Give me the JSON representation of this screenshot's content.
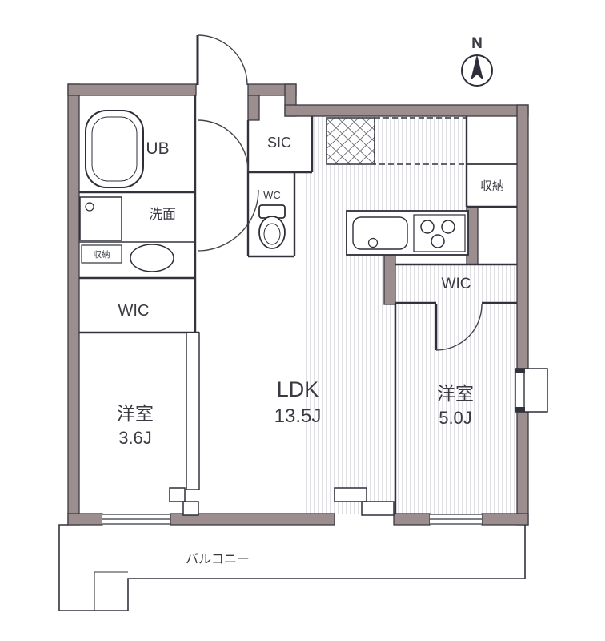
{
  "compass": {
    "label": "N"
  },
  "rooms": {
    "ub": {
      "label": "UB"
    },
    "senmen": {
      "label": "洗面"
    },
    "shuno_left": {
      "label": "収納"
    },
    "wic_left": {
      "label": "WIC"
    },
    "bedroom_left": {
      "label": "洋室",
      "size": "3.6J"
    },
    "sic": {
      "label": "SIC"
    },
    "wc": {
      "label": "WC"
    },
    "ldk": {
      "label": "LDK",
      "size": "13.5J"
    },
    "shuno_right": {
      "label": "収納"
    },
    "wic_right": {
      "label": "WIC"
    },
    "bedroom_right": {
      "label": "洋室",
      "size": "5.0J"
    },
    "balcony": {
      "label": "バルコニー"
    }
  },
  "colors": {
    "wall": "#9c8e8e",
    "line": "#33333d",
    "stripe": "#dfdfe4",
    "background": "#ffffff"
  }
}
